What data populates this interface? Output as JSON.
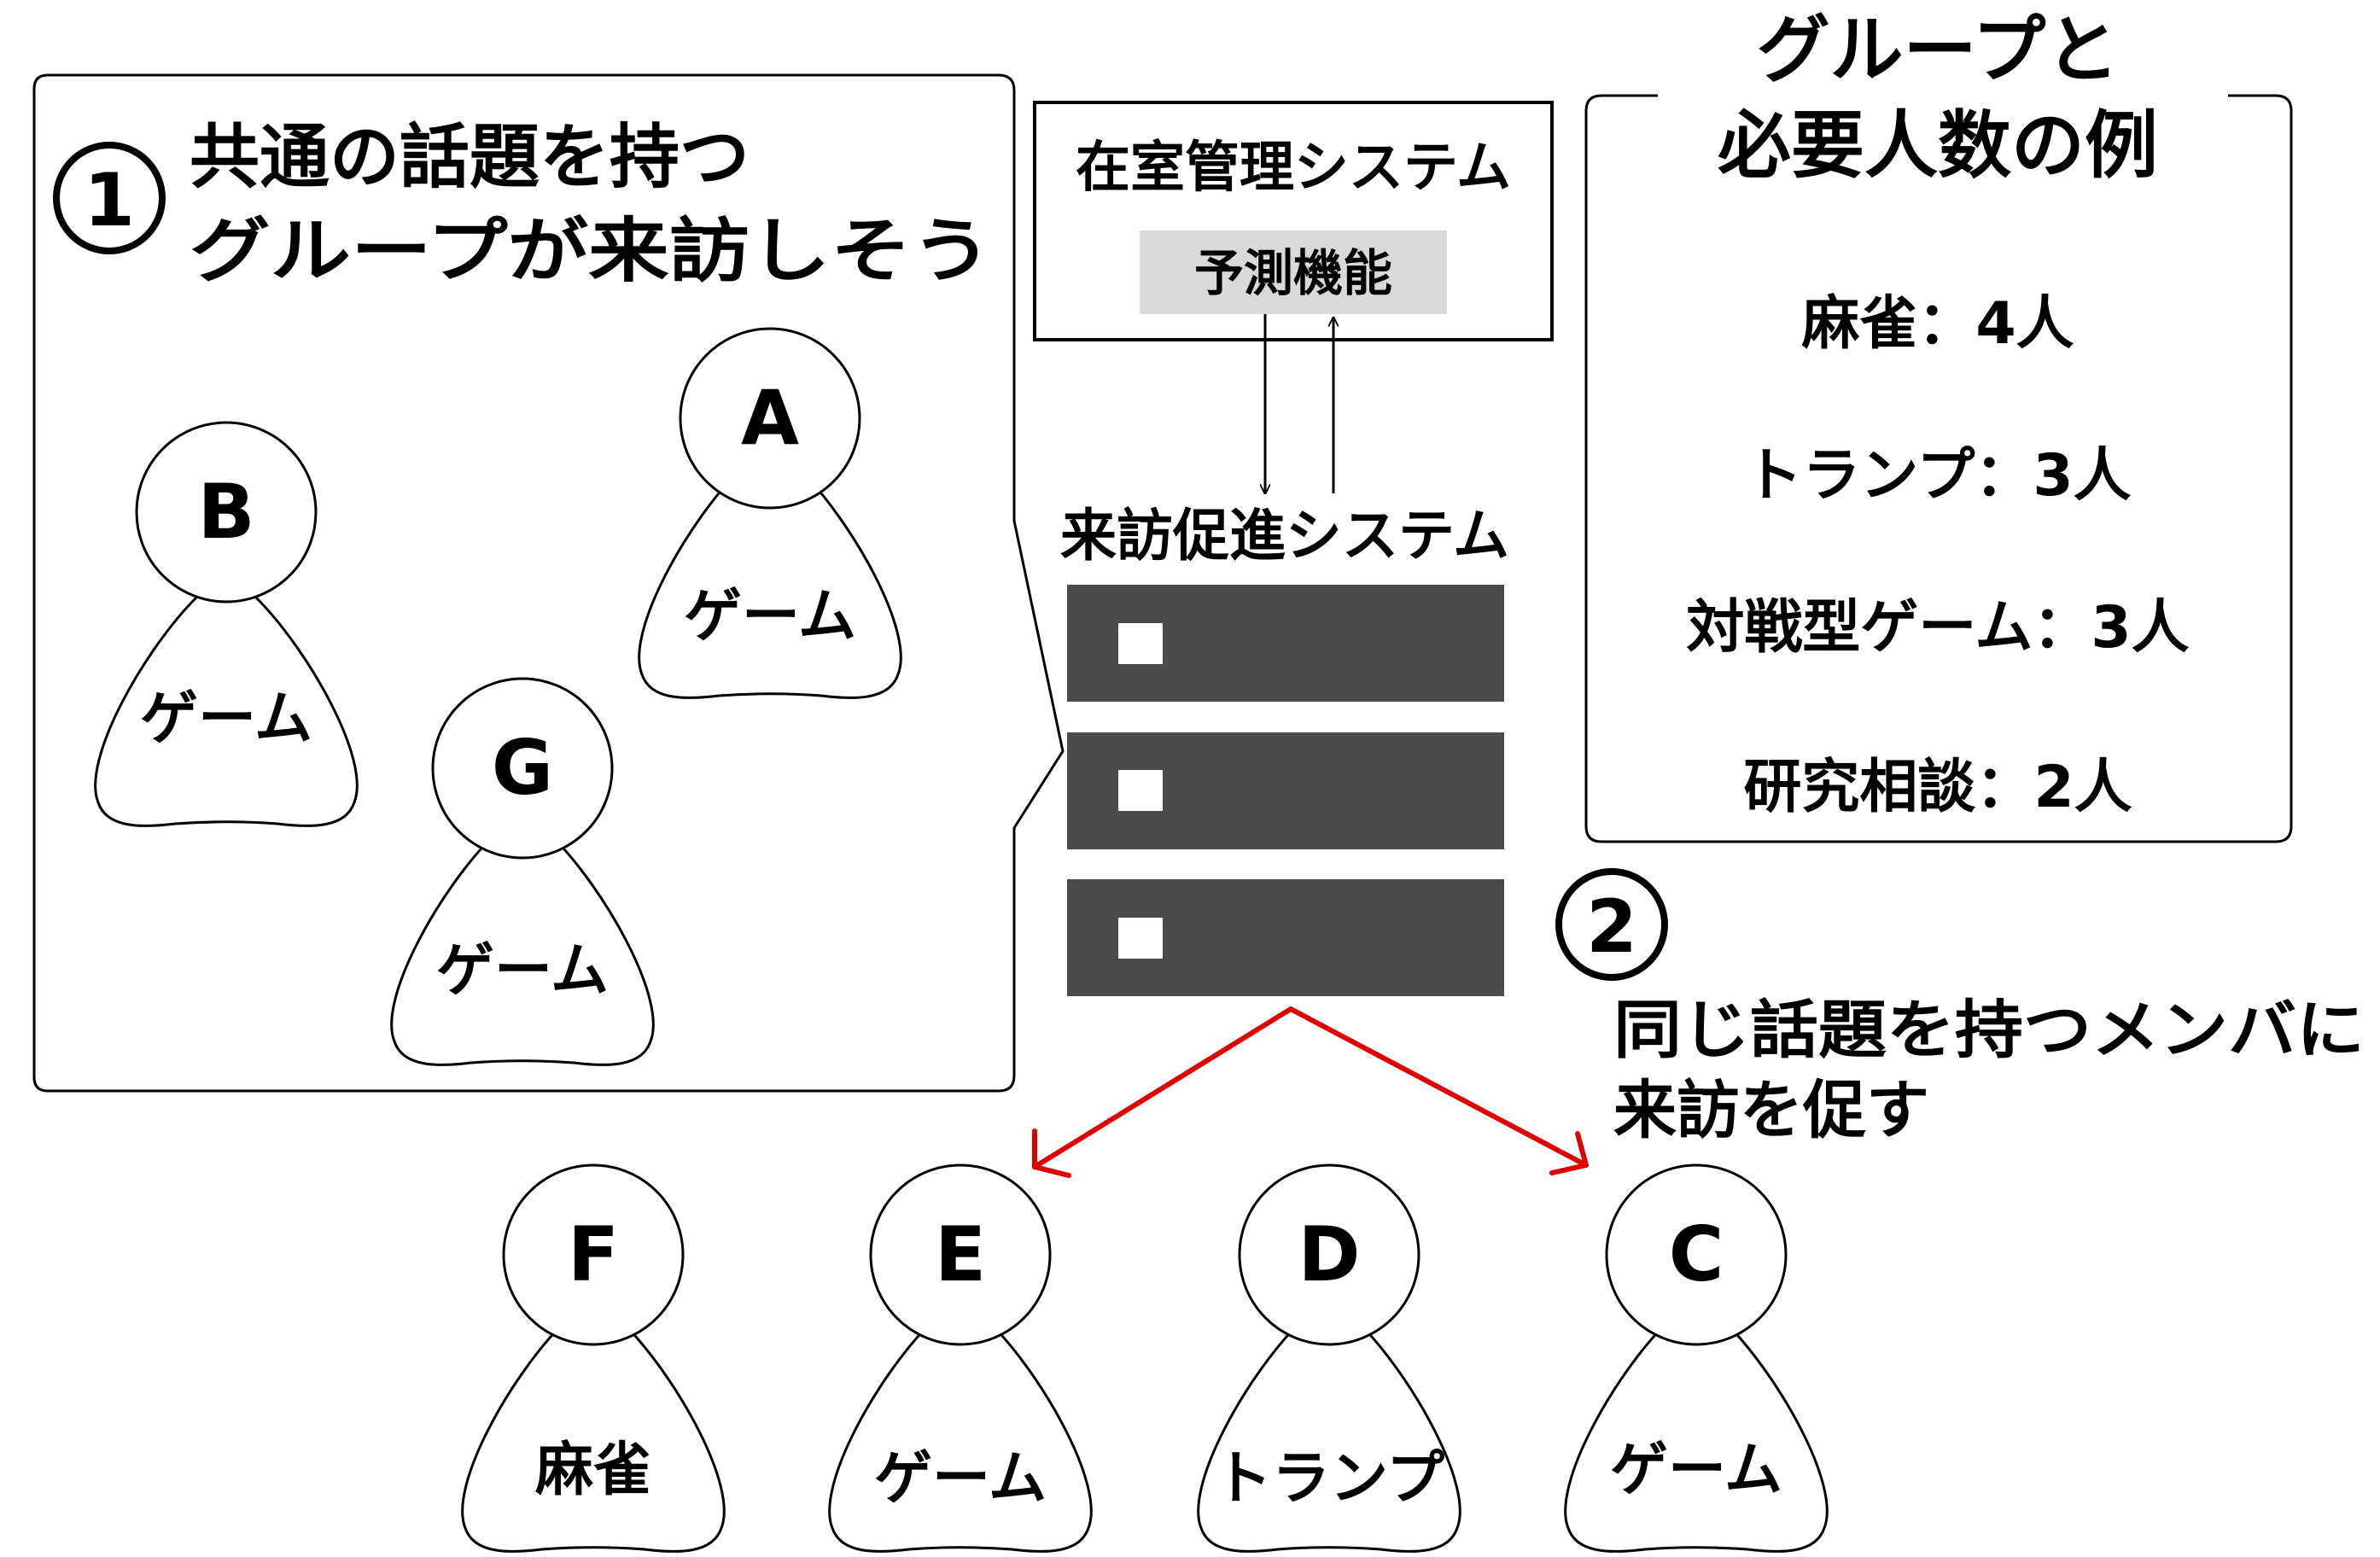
{
  "step1": {
    "number": "1",
    "title_line1": "共通の話題を持つ",
    "title_line2": "グループが来訪しそう"
  },
  "persons": {
    "A": {
      "letter": "A",
      "topic": "ゲーム"
    },
    "B": {
      "letter": "B",
      "topic": "ゲーム"
    },
    "G": {
      "letter": "G",
      "topic": "ゲーム"
    },
    "F": {
      "letter": "F",
      "topic": "麻雀"
    },
    "E": {
      "letter": "E",
      "topic": "ゲーム"
    },
    "D": {
      "letter": "D",
      "topic": "トランプ"
    },
    "C": {
      "letter": "C",
      "topic": "ゲーム"
    }
  },
  "occupancy_system": {
    "title": "在室管理システム",
    "prediction": "予測機能"
  },
  "visit_system": {
    "title": "来訪促進システム"
  },
  "step2": {
    "number": "2",
    "line1": "同じ話題を持つメンバに",
    "line2": "来訪を促す"
  },
  "group_examples": {
    "title_line1": "グループと",
    "title_line2": "必要人数の例",
    "items": [
      {
        "text": "麻雀：4人"
      },
      {
        "text": "トランプ：3人"
      },
      {
        "text": "対戦型ゲーム：3人"
      },
      {
        "text": "研究相談：2人"
      }
    ]
  },
  "colors": {
    "arrow": "#e00000",
    "server": "#4a4a4a",
    "prediction_bg": "#d9d9d9"
  }
}
